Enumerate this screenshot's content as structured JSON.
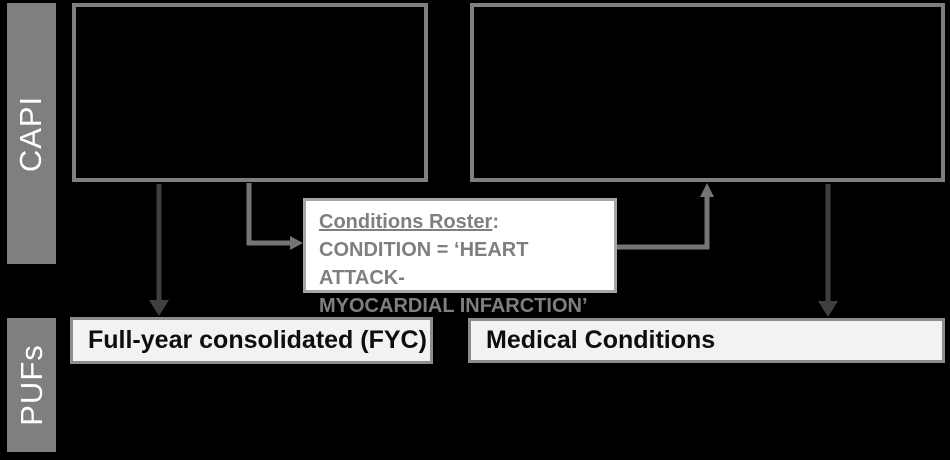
{
  "rows": {
    "capi": {
      "label": "CAPI"
    },
    "pufs": {
      "label": "PUFs"
    }
  },
  "capi_boxes": {
    "left": {
      "label": ""
    },
    "right": {
      "label": ""
    }
  },
  "callout": {
    "title": "Conditions Roster",
    "title_suffix": ":",
    "line1": "CONDITION = ‘HEART ATTACK-",
    "line2": "MYOCARDIAL INFARCTION’"
  },
  "puf_boxes": {
    "fyc": {
      "label": "Full-year consolidated (FYC)"
    },
    "medical": {
      "label": "Medical Conditions"
    }
  },
  "colors": {
    "background": "#000000",
    "row-bar": "#7f7f7f",
    "row-label-text": "#ffffff",
    "capi-box-border": "#7f7f7f",
    "capi-box-fill": "#000000",
    "callout-border": "#a6a6a6",
    "callout-fill": "#ffffff",
    "callout-text": "#7f7f7f",
    "puf-box-border": "#8c8c8c",
    "puf-box-fill": "#f2f2f2",
    "puf-box-text": "#0d0d0d",
    "connector": "#757575",
    "arrow-dark": "#3f3f3f"
  }
}
